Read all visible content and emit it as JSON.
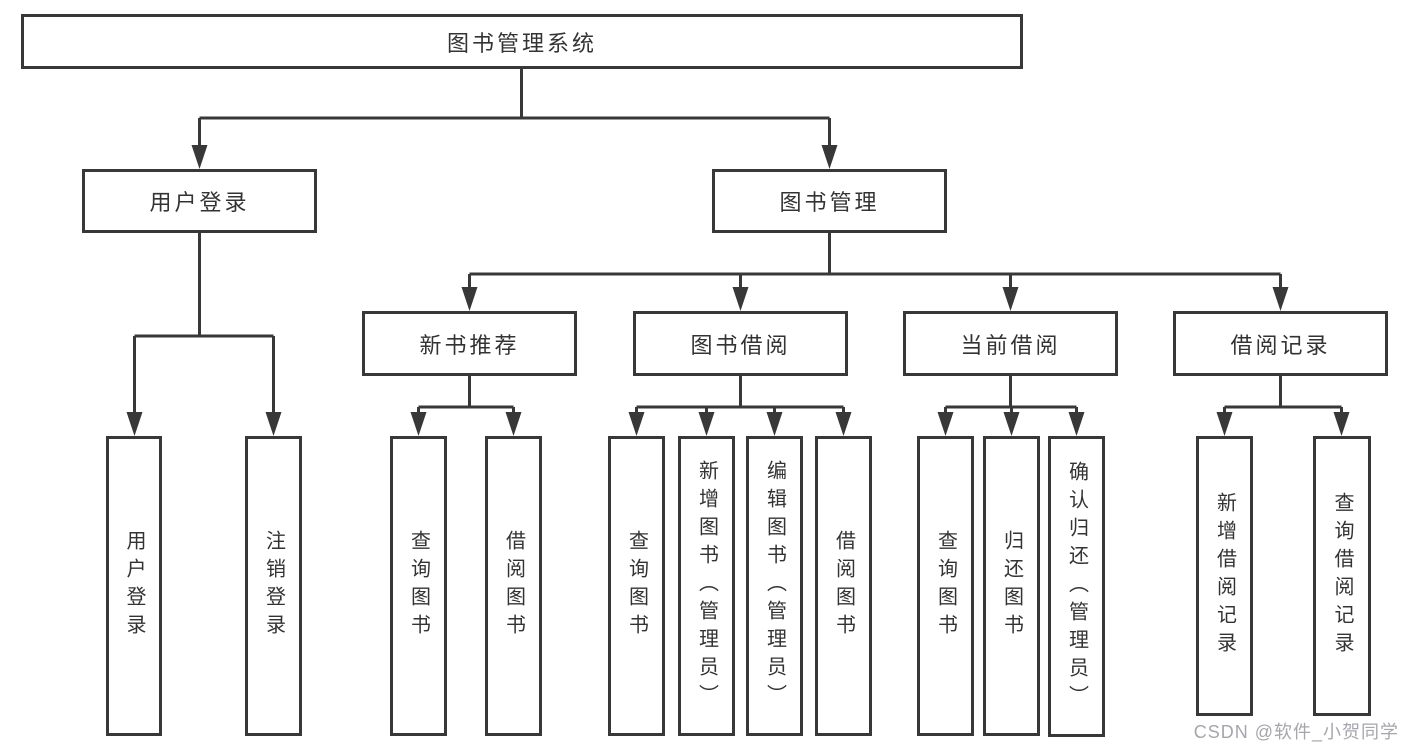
{
  "tree": {
    "label": "图书管理系统",
    "children": [
      {
        "label": "用户登录",
        "children": [
          {
            "label": "用户登录"
          },
          {
            "label": "注销登录"
          }
        ]
      },
      {
        "label": "图书管理",
        "children": [
          {
            "label": "新书推荐",
            "children": [
              {
                "label": "查询图书"
              },
              {
                "label": "借阅图书"
              }
            ]
          },
          {
            "label": "图书借阅",
            "children": [
              {
                "label": "查询图书"
              },
              {
                "label": "新增图书（管理员）"
              },
              {
                "label": "编辑图书（管理员）"
              },
              {
                "label": "借阅图书"
              }
            ]
          },
          {
            "label": "当前借阅",
            "children": [
              {
                "label": "查询图书"
              },
              {
                "label": "归还图书"
              },
              {
                "label": "确认归还（管理员）"
              }
            ]
          },
          {
            "label": "借阅记录",
            "children": [
              {
                "label": "新增借阅记录"
              },
              {
                "label": "查询借阅记录"
              }
            ]
          }
        ]
      }
    ]
  },
  "watermark": {
    "text": "CSDN @软件_小贺同学"
  },
  "colors": {
    "line": "#383838",
    "text": "#333333",
    "background": "#ffffff",
    "watermark": "#9c9ca4"
  }
}
